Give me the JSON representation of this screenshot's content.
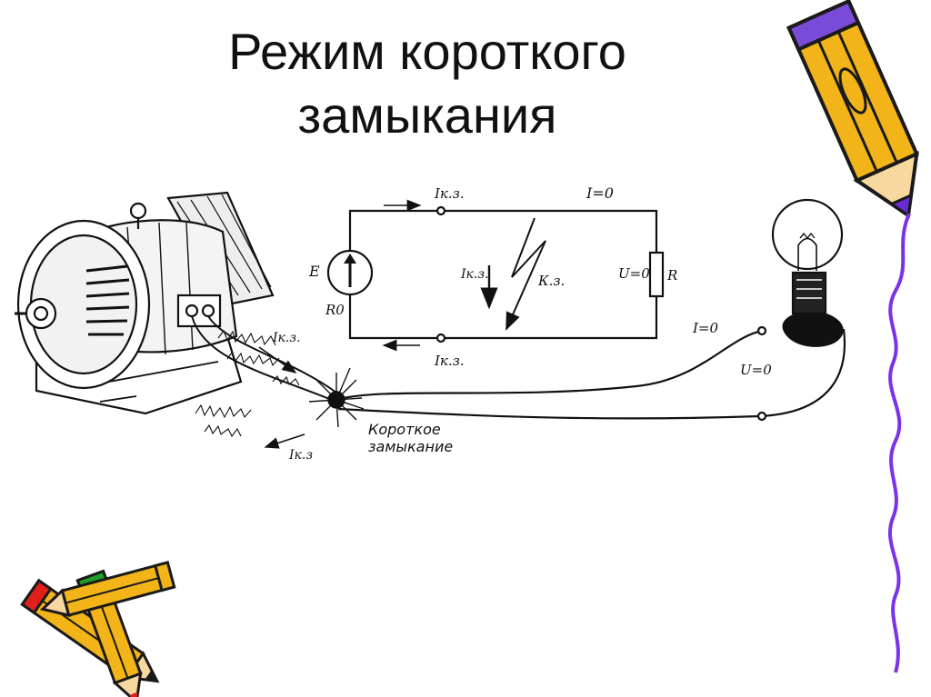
{
  "slide": {
    "title_line1": "Режим короткого",
    "title_line2": "замыкания"
  },
  "schematic": {
    "current_top": "Iк.з.",
    "current_bottom": "Iк.з.",
    "current_zero": "I=0",
    "emf": "E",
    "internal_resistance": "R0",
    "short_current": "Iк.з.",
    "short_label": "К.з.",
    "load_voltage": "U=0",
    "load_resistance": "R"
  },
  "illustration": {
    "spark_current_top": "Iк.з.",
    "spark_current_bottom": "Iк.з",
    "caption_line1": "Короткое",
    "caption_line2": "замыкание",
    "lamp_current": "I=0",
    "lamp_voltage": "U=0"
  },
  "colors": {
    "pencil_yellow": "#f2b418",
    "pencil_outline": "#1a1a1a",
    "pencil_tip_purple": "#6a2bd0",
    "pencil_tip_red": "#e0201a",
    "pencil_tip_green": "#1f9e2a",
    "wavy_line": "#7a33e8"
  },
  "icons": [
    "pencil-icon",
    "motor-icon",
    "lamp-icon",
    "spark-icon"
  ]
}
